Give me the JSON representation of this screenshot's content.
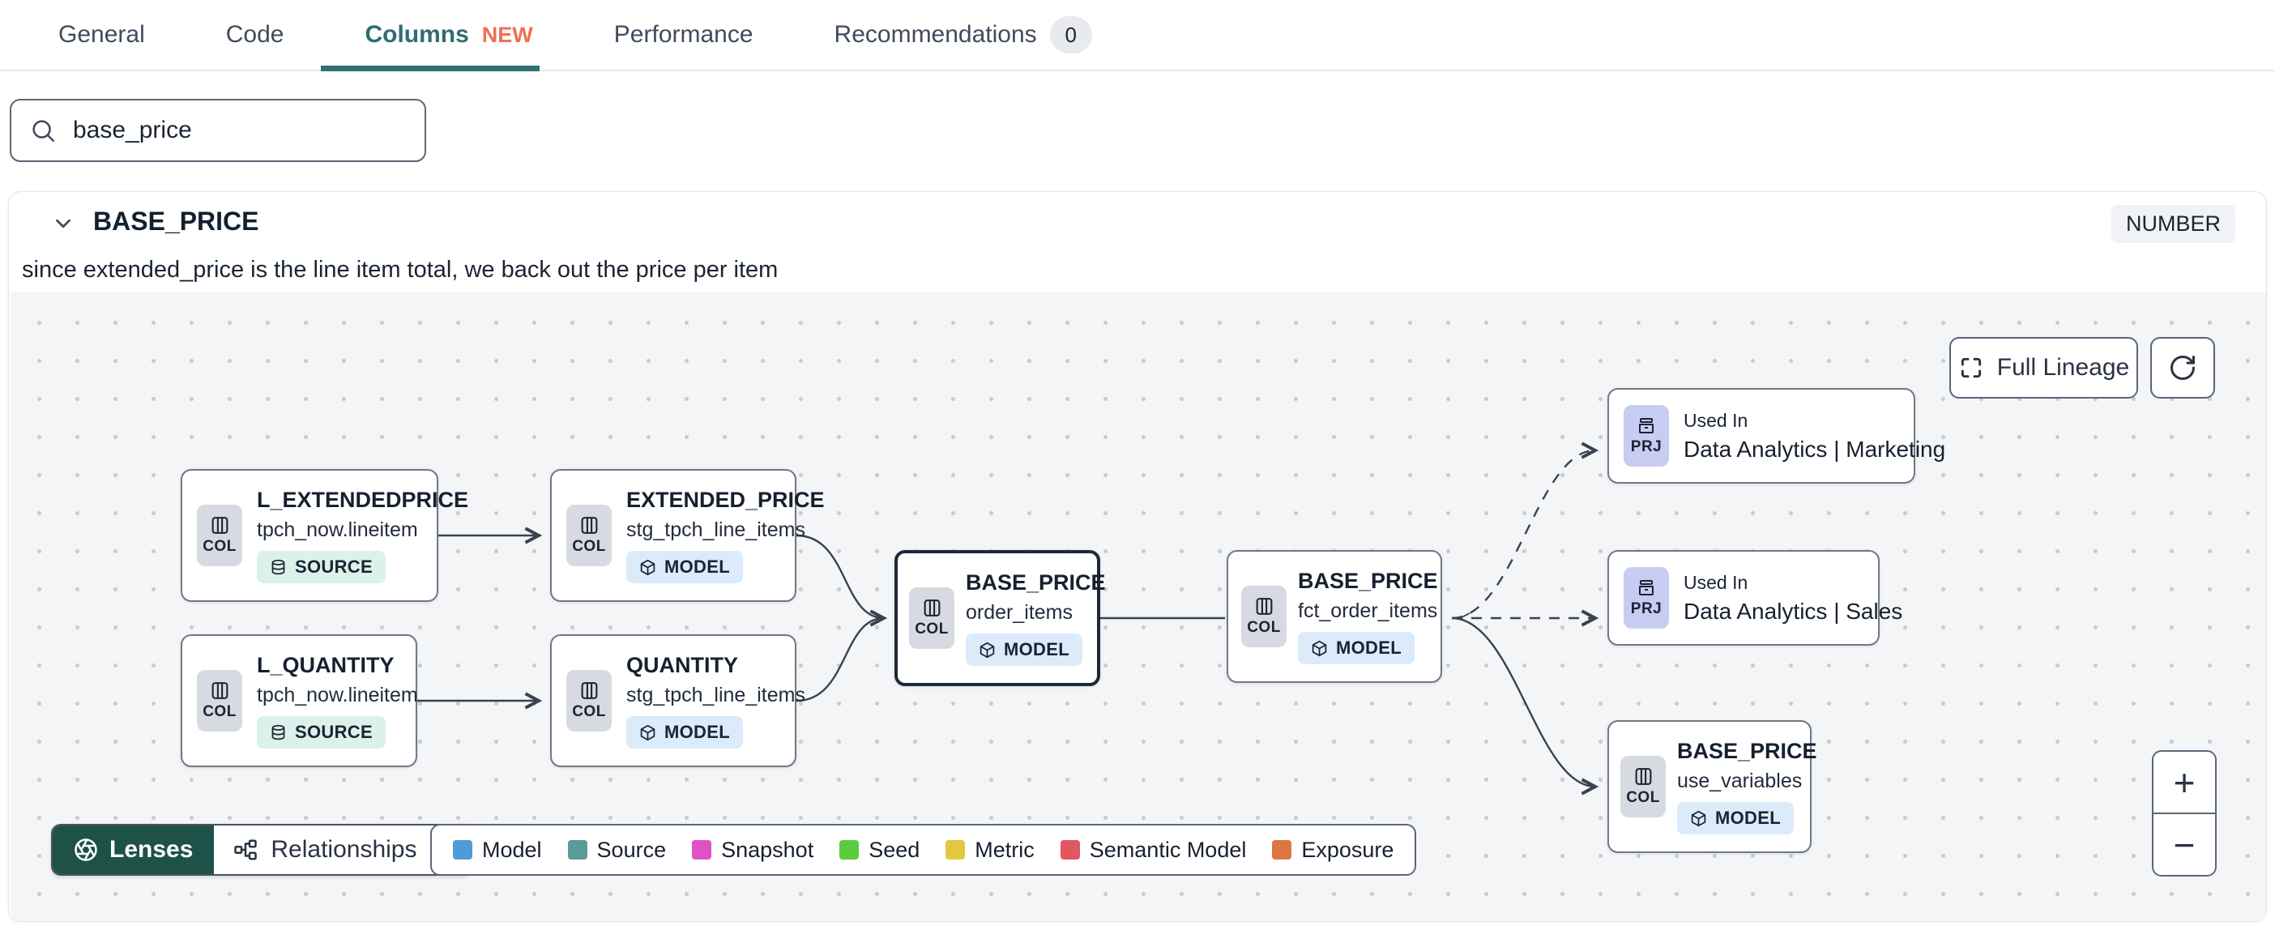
{
  "tabs": {
    "items": [
      {
        "label": "General"
      },
      {
        "label": "Code"
      },
      {
        "label": "Columns",
        "badge": "NEW"
      },
      {
        "label": "Performance"
      },
      {
        "label": "Recommendations",
        "badge": "0"
      }
    ]
  },
  "search": {
    "value": "base_price"
  },
  "column_panel": {
    "name": "BASE_PRICE",
    "type": "NUMBER",
    "description": "since extended_price is the line item total, we back out the price per item"
  },
  "lineage": {
    "controls": {
      "full_lineage": "Full Lineage",
      "zoom_in": "+",
      "zoom_out": "−"
    },
    "toolbar": {
      "lenses": "Lenses",
      "relationships": "Relationships"
    },
    "legend": [
      {
        "label": "Model",
        "color": "#509BD6"
      },
      {
        "label": "Source",
        "color": "#5A9A98"
      },
      {
        "label": "Snapshot",
        "color": "#DE52C4"
      },
      {
        "label": "Seed",
        "color": "#5BCC3E"
      },
      {
        "label": "Metric",
        "color": "#E5C63F"
      },
      {
        "label": "Semantic Model",
        "color": "#E25561"
      },
      {
        "label": "Exposure",
        "color": "#DD7544"
      }
    ],
    "nodes": [
      {
        "badge": "COL",
        "title": "L_EXTENDEDPRICE",
        "subtitle": "tpch_now.lineitem",
        "tag": "SOURCE"
      },
      {
        "badge": "COL",
        "title": "EXTENDED_PRICE",
        "subtitle": "stg_tpch_line_items",
        "tag": "MODEL"
      },
      {
        "badge": "COL",
        "title": "L_QUANTITY",
        "subtitle": "tpch_now.lineitem",
        "tag": "SOURCE"
      },
      {
        "badge": "COL",
        "title": "QUANTITY",
        "subtitle": "stg_tpch_line_items",
        "tag": "MODEL"
      },
      {
        "badge": "COL",
        "title": "BASE_PRICE",
        "subtitle": "order_items",
        "tag": "MODEL"
      },
      {
        "badge": "COL",
        "title": "BASE_PRICE",
        "subtitle": "fct_order_items",
        "tag": "MODEL"
      },
      {
        "badge": "PRJ",
        "title": "Used In",
        "subtitle": "Data Analytics | Marketing"
      },
      {
        "badge": "PRJ",
        "title": "Used In",
        "subtitle": "Data Analytics | Sales"
      },
      {
        "badge": "COL",
        "title": "BASE_PRICE",
        "subtitle": "use_variables",
        "tag": "MODEL"
      }
    ]
  }
}
